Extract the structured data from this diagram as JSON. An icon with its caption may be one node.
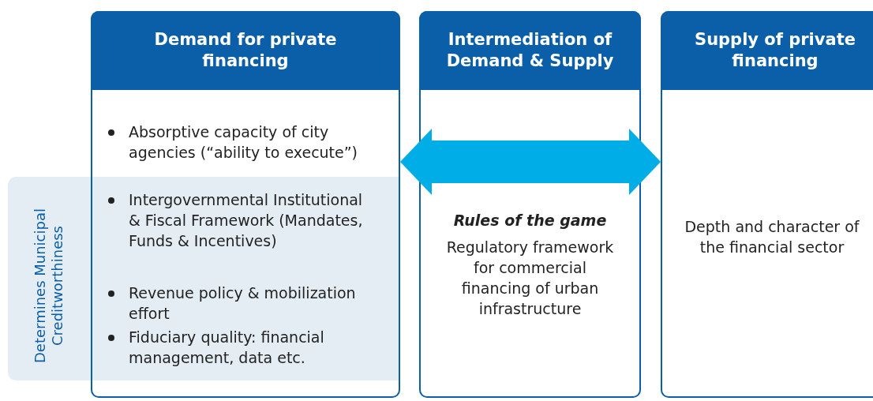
{
  "diagram": {
    "nodes": [
      {
        "text": [
          "Demand for private financing",
          "Absorptive capacity of city agencies (“ability to execute”)",
          "Intergovernmental Institutional & Fiscal Framework (Mandates, Funds & Incentives)",
          "Revenue policy & mobilization effort",
          "Fiduciary quality: financial management, data etc."
        ]
      },
      {
        "text": [
          "Determines Municipal Creditworthiness"
        ]
      },
      {
        "text": [
          "Intermediation of Demand & Supply",
          "Rules of the game",
          "Regulatory framework for commercial financing of urban infrastructure"
        ]
      },
      {
        "text": [
          "Supply of private financing",
          "Depth and character of the financial sector"
        ]
      }
    ],
    "edges": [
      {
        "from": 0,
        "to": 3,
        "arrow": "both",
        "style": "thick",
        "color": "#00ade6"
      }
    ]
  }
}
